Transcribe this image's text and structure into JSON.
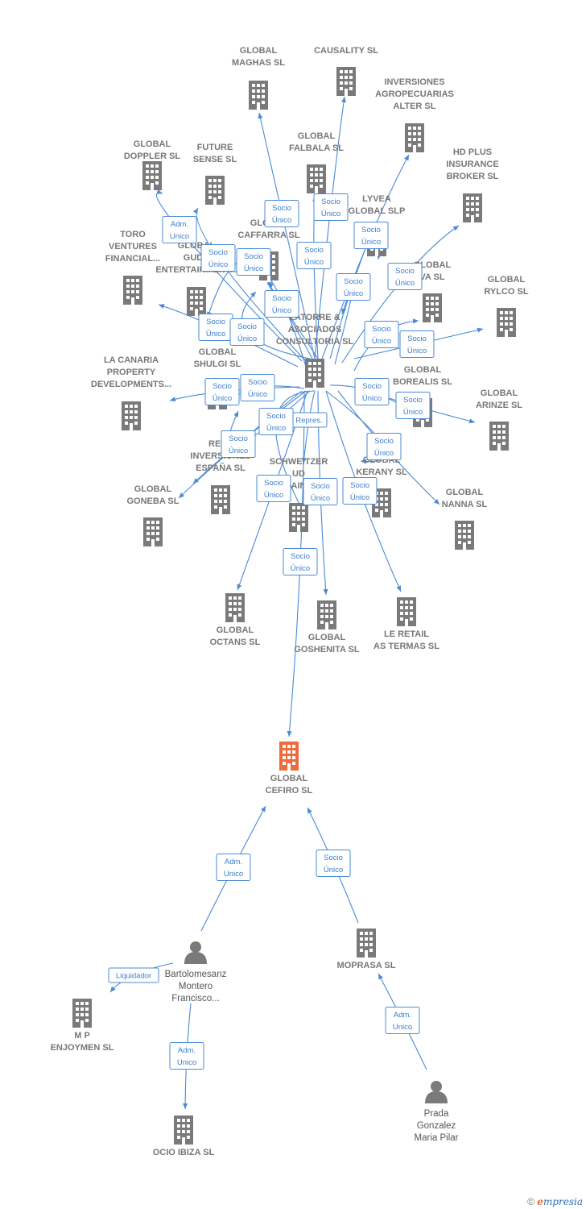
{
  "colors": {
    "company": "#7a7a7a",
    "target": "#ee6b3c",
    "person": "#7a7a7a",
    "edge": "#4a8ad6",
    "badge_text": "#3b7dd0"
  },
  "nodes": [
    {
      "id": "maghas",
      "type": "company",
      "label": [
        "GLOBAL",
        "MAGHAS  SL"
      ],
      "icon": "building-icon"
    },
    {
      "id": "causality",
      "type": "company",
      "label": [
        "CAUSALITY  SL"
      ],
      "icon": "building-icon"
    },
    {
      "id": "inversiones_agro",
      "type": "company",
      "label": [
        "INVERSIONES",
        "AGROPECUARIAS",
        "ALTER  SL"
      ],
      "icon": "building-icon"
    },
    {
      "id": "doppler",
      "type": "company",
      "label": [
        "GLOBAL",
        "DOPPLER  SL"
      ],
      "icon": "building-icon"
    },
    {
      "id": "future",
      "type": "company",
      "label": [
        "FUTURE",
        "SENSE  SL"
      ],
      "icon": "building-icon"
    },
    {
      "id": "falbala",
      "type": "company",
      "label": [
        "GLOBAL",
        "FALBALA  SL"
      ],
      "icon": "building-icon"
    },
    {
      "id": "hdplus",
      "type": "company",
      "label": [
        "HD PLUS",
        "INSURANCE",
        "BROKER  SL"
      ],
      "icon": "building-icon"
    },
    {
      "id": "lyvea",
      "type": "company",
      "label": [
        "LYVEA",
        "GLOBAL  SLP"
      ],
      "icon": "building-icon"
    },
    {
      "id": "caffarra",
      "type": "company",
      "label": [
        "GLOBAL",
        "CAFFARRA  SL"
      ],
      "icon": "building-icon"
    },
    {
      "id": "toro",
      "type": "company",
      "label": [
        "TORO",
        "VENTURES",
        "FINANCIAL..."
      ],
      "icon": "building-icon"
    },
    {
      "id": "gudu",
      "type": "company",
      "label": [
        "GLOBAL",
        "GUDU",
        "ENTERTAINMENT..."
      ],
      "icon": "building-icon"
    },
    {
      "id": "gva",
      "type": "company",
      "label": [
        "GLOBAL",
        "VA  SL"
      ],
      "icon": "building-icon"
    },
    {
      "id": "rylco",
      "type": "company",
      "label": [
        "GLOBAL",
        "RYLCO  SL"
      ],
      "icon": "building-icon"
    },
    {
      "id": "latorre",
      "type": "company",
      "label": [
        "LATORRE &",
        "ASOCIADOS",
        "CONSULTORIA SL"
      ],
      "icon": "building-icon"
    },
    {
      "id": "lacanaria",
      "type": "company",
      "label": [
        "LA CANARIA",
        "PROPERTY",
        "DEVELOPMENTS..."
      ],
      "icon": "building-icon"
    },
    {
      "id": "shulgi",
      "type": "company",
      "label": [
        "GLOBAL",
        "SHULGI  SL"
      ],
      "icon": "building-icon"
    },
    {
      "id": "borealis",
      "type": "company",
      "label": [
        "GLOBAL",
        "BOREALIS  SL"
      ],
      "icon": "building-icon"
    },
    {
      "id": "arinze",
      "type": "company",
      "label": [
        "GLOBAL",
        "ARINZE  SL"
      ],
      "icon": "building-icon"
    },
    {
      "id": "rela",
      "type": "company",
      "label": [
        "RELA",
        "INVERSIONES",
        "ESPAÑA  SL"
      ],
      "icon": "building-icon"
    },
    {
      "id": "schweitzer",
      "type": "company",
      "label": [
        "SCHWEITZER",
        "UD",
        "AIN"
      ],
      "icon": "building-icon"
    },
    {
      "id": "kerany",
      "type": "company",
      "label": [
        "GLOBAL",
        "KERANY  SL"
      ],
      "icon": "building-icon"
    },
    {
      "id": "goneba",
      "type": "company",
      "label": [
        "GLOBAL",
        "GONEBA  SL"
      ],
      "icon": "building-icon"
    },
    {
      "id": "nanna",
      "type": "company",
      "label": [
        "GLOBAL",
        "NANNA  SL"
      ],
      "icon": "building-icon"
    },
    {
      "id": "octans",
      "type": "company",
      "label": [
        "GLOBAL",
        "OCTANS  SL"
      ],
      "icon": "building-icon"
    },
    {
      "id": "goshenita",
      "type": "company",
      "label": [
        "GLOBAL",
        "GOSHENITA SL"
      ],
      "icon": "building-icon"
    },
    {
      "id": "leretail",
      "type": "company",
      "label": [
        "LE RETAIL",
        "AS TERMAS  SL"
      ],
      "icon": "building-icon"
    },
    {
      "id": "cefiro",
      "type": "target",
      "label": [
        "GLOBAL",
        "CEFIRO  SL"
      ],
      "icon": "building-icon"
    },
    {
      "id": "bartolomesanz",
      "type": "person",
      "label": [
        "Bartolomesanz",
        "Montero",
        "Francisco..."
      ],
      "icon": "person-icon"
    },
    {
      "id": "moprasa",
      "type": "company",
      "label": [
        "MOPRASA SL"
      ],
      "icon": "building-icon"
    },
    {
      "id": "mp",
      "type": "company",
      "label": [
        "M P",
        "ENJOYMEN SL"
      ],
      "icon": "building-icon"
    },
    {
      "id": "ociobiza",
      "type": "company",
      "label": [
        "OCIO IBIZA SL"
      ],
      "icon": "building-icon"
    },
    {
      "id": "prada",
      "type": "person",
      "label": [
        "Prada",
        "Gonzalez",
        "Maria Pilar"
      ],
      "icon": "person-icon"
    }
  ],
  "edges": [
    {
      "from": "latorre",
      "to": "maghas",
      "label": [
        "Socio",
        "Único"
      ]
    },
    {
      "from": "latorre",
      "to": "causality",
      "label": [
        "Socio",
        "Único"
      ]
    },
    {
      "from": "latorre",
      "to": "inversiones_agro",
      "label": [
        "Socio",
        "Único"
      ]
    },
    {
      "from": "latorre",
      "to": "doppler",
      "label": [
        "Adm.",
        "Unico"
      ]
    },
    {
      "from": "latorre",
      "to": "future",
      "label": [
        "Socio",
        "Único"
      ]
    },
    {
      "from": "latorre",
      "to": "falbala",
      "label": [
        "Socio",
        "Único"
      ]
    },
    {
      "from": "latorre",
      "to": "hdplus",
      "label": [
        "Socio",
        "Único"
      ]
    },
    {
      "from": "latorre",
      "to": "lyvea",
      "label": [
        "Socio",
        "Único"
      ]
    },
    {
      "from": "latorre",
      "to": "caffarra",
      "label": [
        "Socio",
        "Único"
      ]
    },
    {
      "from": "latorre",
      "to": "toro",
      "label": [
        "Socio",
        "Único"
      ]
    },
    {
      "from": "latorre",
      "to": "gudu",
      "label": [
        "Socio",
        "Único"
      ]
    },
    {
      "from": "latorre",
      "to": "gva",
      "label": [
        "Socio",
        "Único"
      ]
    },
    {
      "from": "latorre",
      "to": "rylco",
      "label": [
        "Socio",
        "Único"
      ]
    },
    {
      "from": "latorre",
      "to": "lacanaria",
      "label": [
        "Socio",
        "Único"
      ]
    },
    {
      "from": "latorre",
      "to": "shulgi",
      "label": [
        "Socio",
        "Único"
      ]
    },
    {
      "from": "latorre",
      "to": "borealis",
      "label": [
        "Socio",
        "Único"
      ]
    },
    {
      "from": "latorre",
      "to": "arinze",
      "label": [
        "Socio",
        "Único"
      ]
    },
    {
      "from": "latorre",
      "to": "rela",
      "label": [
        "Socio",
        "Único"
      ]
    },
    {
      "from": "latorre",
      "to": "schweitzer",
      "label": [
        "Repres."
      ]
    },
    {
      "from": "latorre",
      "to": "kerany",
      "label": [
        "Socio",
        "Único"
      ]
    },
    {
      "from": "latorre",
      "to": "goneba",
      "label": [
        "Socio",
        "Único"
      ]
    },
    {
      "from": "latorre",
      "to": "nanna",
      "label": [
        "Socio",
        "Único"
      ]
    },
    {
      "from": "latorre",
      "to": "octans",
      "label": [
        "Socio",
        "Único"
      ]
    },
    {
      "from": "latorre",
      "to": "goshenita",
      "label": [
        "Socio",
        "Único"
      ]
    },
    {
      "from": "latorre",
      "to": "leretail",
      "label": [
        "Socio",
        "Único"
      ]
    },
    {
      "from": "latorre",
      "to": "cefiro",
      "label": [
        "Socio",
        "Único"
      ]
    },
    {
      "from": "latorre",
      "to": "gudu",
      "label": [
        "Socio",
        "Único"
      ]
    },
    {
      "from": "latorre",
      "to": "caffarra",
      "label": [
        "Socio",
        "Único"
      ]
    },
    {
      "from": "latorre",
      "to": "shulgi",
      "label": [
        "Socio",
        "Único"
      ]
    },
    {
      "from": "latorre",
      "to": "lyvea",
      "label": [
        "Socio",
        "Único"
      ]
    },
    {
      "from": "latorre",
      "to": "schweitzer",
      "label": [
        "Socio",
        "Único"
      ]
    },
    {
      "from": "bartolomesanz",
      "to": "cefiro",
      "label": [
        "Adm.",
        "Unico"
      ]
    },
    {
      "from": "moprasa",
      "to": "cefiro",
      "label": [
        "Socio",
        "Único"
      ]
    },
    {
      "from": "bartolomesanz",
      "to": "mp",
      "label": [
        "Liquidador"
      ]
    },
    {
      "from": "bartolomesanz",
      "to": "ociobiza",
      "label": [
        "Adm.",
        "Unico"
      ]
    },
    {
      "from": "prada",
      "to": "moprasa",
      "label": [
        "Adm.",
        "Unico"
      ]
    }
  ],
  "footer": {
    "copyright": "©",
    "brand_e": "e",
    "brand_rest": "mpresia"
  }
}
